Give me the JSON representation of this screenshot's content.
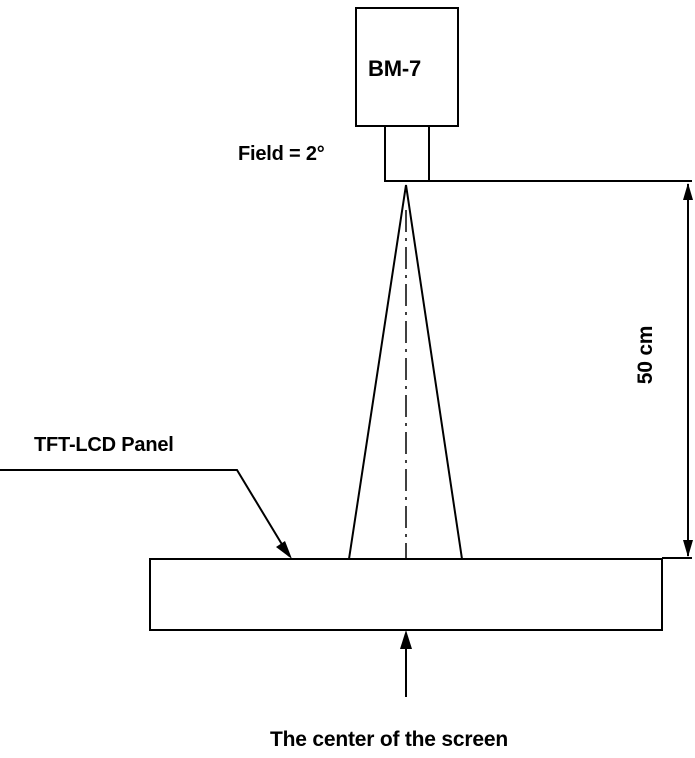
{
  "meter": {
    "name": "BM-7",
    "field": "Field = 2°"
  },
  "panel": {
    "label": "TFT-LCD Panel"
  },
  "distance": {
    "label": "50 cm"
  },
  "target": {
    "label": "The center of the screen"
  },
  "colors": {
    "line": "#000000",
    "background": "#ffffff"
  }
}
